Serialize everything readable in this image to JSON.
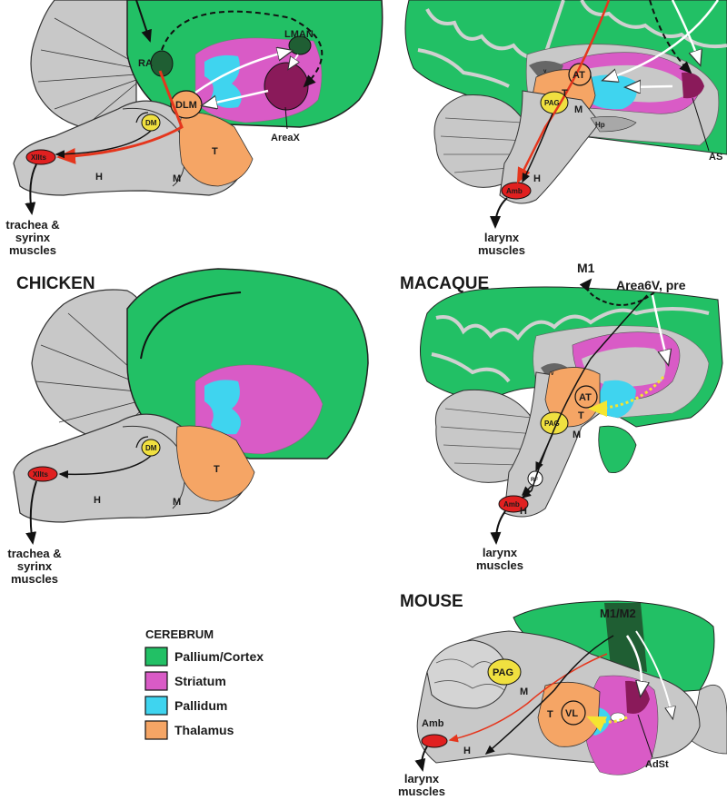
{
  "colors": {
    "pallium_cortex": "#22c065",
    "striatum": "#d95bc6",
    "pallidum": "#3fd4ef",
    "thalamus": "#f5a565",
    "brainstem": "#c8c8c8",
    "song_nucleus_dark": "#1f5e33",
    "areaX": "#8a1a5a",
    "motor_nucleus": "#e02020",
    "pag": "#f0e040",
    "pathway_red": "#e5361d",
    "pathway_white": "#ffffff",
    "pathway_black": "#111111",
    "dorsal_pathway_yellow": "#f5e530"
  },
  "panels": {
    "songbird": {
      "labels": {
        "ra": "RA",
        "lman": "LMAN",
        "dlm": "DLM",
        "dm": "DM",
        "xiits": "XIIts",
        "thalamus": "T",
        "hindbrain": "H",
        "midbrain": "M",
        "areax": "AreaX"
      },
      "muscles": [
        "trachea &",
        "syrinx",
        "muscles"
      ]
    },
    "chicken": {
      "title": "CHICKEN",
      "labels": {
        "dm": "DM",
        "xiits": "XIIts",
        "thalamus": "T",
        "hindbrain": "H",
        "midbrain": "M"
      },
      "muscles": [
        "trachea &",
        "syrinx",
        "muscles"
      ]
    },
    "human": {
      "labels": {
        "at": "AT",
        "thalamus": "T",
        "pag": "PAG",
        "midbrain": "M",
        "ventricle": "v",
        "hp": "Hp",
        "amb": "Amb",
        "hindbrain": "H",
        "as": "AS"
      },
      "muscles": [
        "larynx",
        "muscles"
      ]
    },
    "macaque": {
      "title": "MACAQUE",
      "labels": {
        "m1": "M1",
        "area6v": "Area6V, pre",
        "at": "AT",
        "thalamus": "T",
        "pag": "PAG",
        "midbrain": "M",
        "rf": "RF",
        "amb": "Amb",
        "hindbrain": "H",
        "ventricle": "v"
      },
      "muscles": [
        "larynx",
        "muscles"
      ]
    },
    "mouse": {
      "title": "MOUSE",
      "labels": {
        "m1m2": "M1/M2",
        "pag": "PAG",
        "midbrain": "M",
        "thalamus": "T",
        "vl": "VL",
        "amb": "Amb",
        "hindbrain": "H",
        "adst": "AdSt"
      },
      "muscles": [
        "larynx",
        "muscles"
      ]
    }
  },
  "legend": {
    "title": "CEREBRUM",
    "items": [
      {
        "label": "Pallium/Cortex",
        "color": "#22c065"
      },
      {
        "label": "Striatum",
        "color": "#d95bc6"
      },
      {
        "label": "Pallidum",
        "color": "#3fd4ef"
      },
      {
        "label": "Thalamus",
        "color": "#f5a565"
      }
    ]
  }
}
